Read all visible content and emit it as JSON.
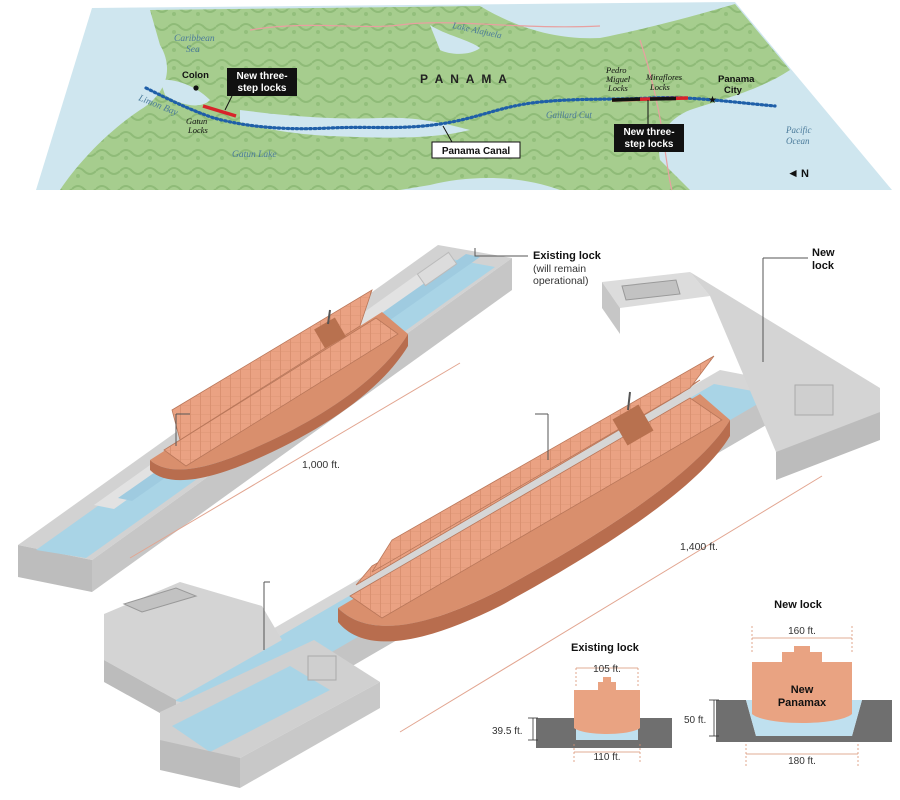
{
  "map": {
    "country": "P A N A M A",
    "places": {
      "caribbean_sea_1": "Caribbean",
      "caribbean_sea_2": "Sea",
      "lake_alajuela": "Lake Alajuela",
      "colon": "Colon",
      "limon_bay": "Limon Bay",
      "gatun_locks_1": "Gatun",
      "gatun_locks_2": "Locks",
      "gatun_lake": "Gatun Lake",
      "gaillard_cut": "Gaillard Cut",
      "pedro_miguel_1": "Pedro",
      "pedro_miguel_2": "Miguel",
      "pedro_miguel_3": "Locks",
      "miraflores_1": "Miraflores",
      "miraflores_2": "Locks",
      "panama_city_1": "Panama",
      "panama_city_2": "City",
      "pacific_1": "Pacific",
      "pacific_2": "Ocean"
    },
    "callouts": {
      "new_locks_west_1": "New three-",
      "new_locks_west_2": "step locks",
      "new_locks_east_1": "New three-",
      "new_locks_east_2": "step locks",
      "panama_canal": "Panama Canal"
    },
    "north": "N"
  },
  "locks": {
    "existing_label": "Existing lock",
    "existing_sub_1": "(will remain",
    "existing_sub_2": "operational)",
    "new_label_1": "New",
    "new_label_2": "lock",
    "len_existing": "1,000 ft.",
    "len_new": "1,400 ft."
  },
  "cross_sections": {
    "existing": {
      "title": "Existing lock",
      "top_width": "105 ft.",
      "bottom_width": "110 ft.",
      "depth": "39.5 ft."
    },
    "new": {
      "title": "New lock",
      "top_width": "160 ft.",
      "bottom_width": "180 ft.",
      "depth": "50 ft.",
      "ship_1": "New",
      "ship_2": "Panamax"
    }
  },
  "colors": {
    "ship": "#e9a382",
    "ship_dark": "#c4775a",
    "water": "#bfe0ef",
    "concrete": "#e3e3e3",
    "canal_route": "#1f5fa8",
    "new_lock_line": "#d8232a",
    "land": "#9cc587"
  }
}
